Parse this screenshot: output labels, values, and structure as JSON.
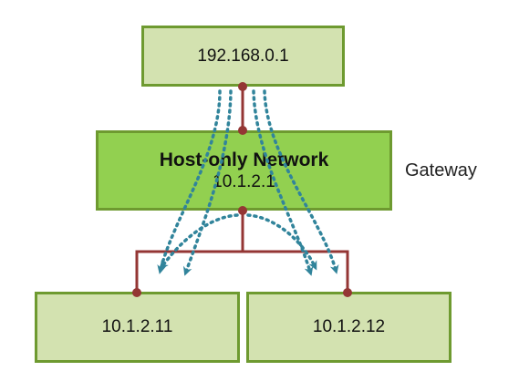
{
  "nodes": {
    "top": {
      "label": "192.168.0.1"
    },
    "gateway": {
      "title": "Host-only Network",
      "ip": "10.1.2.1"
    },
    "left": {
      "label": "10.1.2.11"
    },
    "right": {
      "label": "10.1.2.12"
    }
  },
  "side_label": "Gateway",
  "colors": {
    "box_fill": "#d3e2b0",
    "gateway_fill": "#92d050",
    "box_border": "#6e9a30",
    "connector": "#943634",
    "flow_arrow": "#31849b"
  }
}
